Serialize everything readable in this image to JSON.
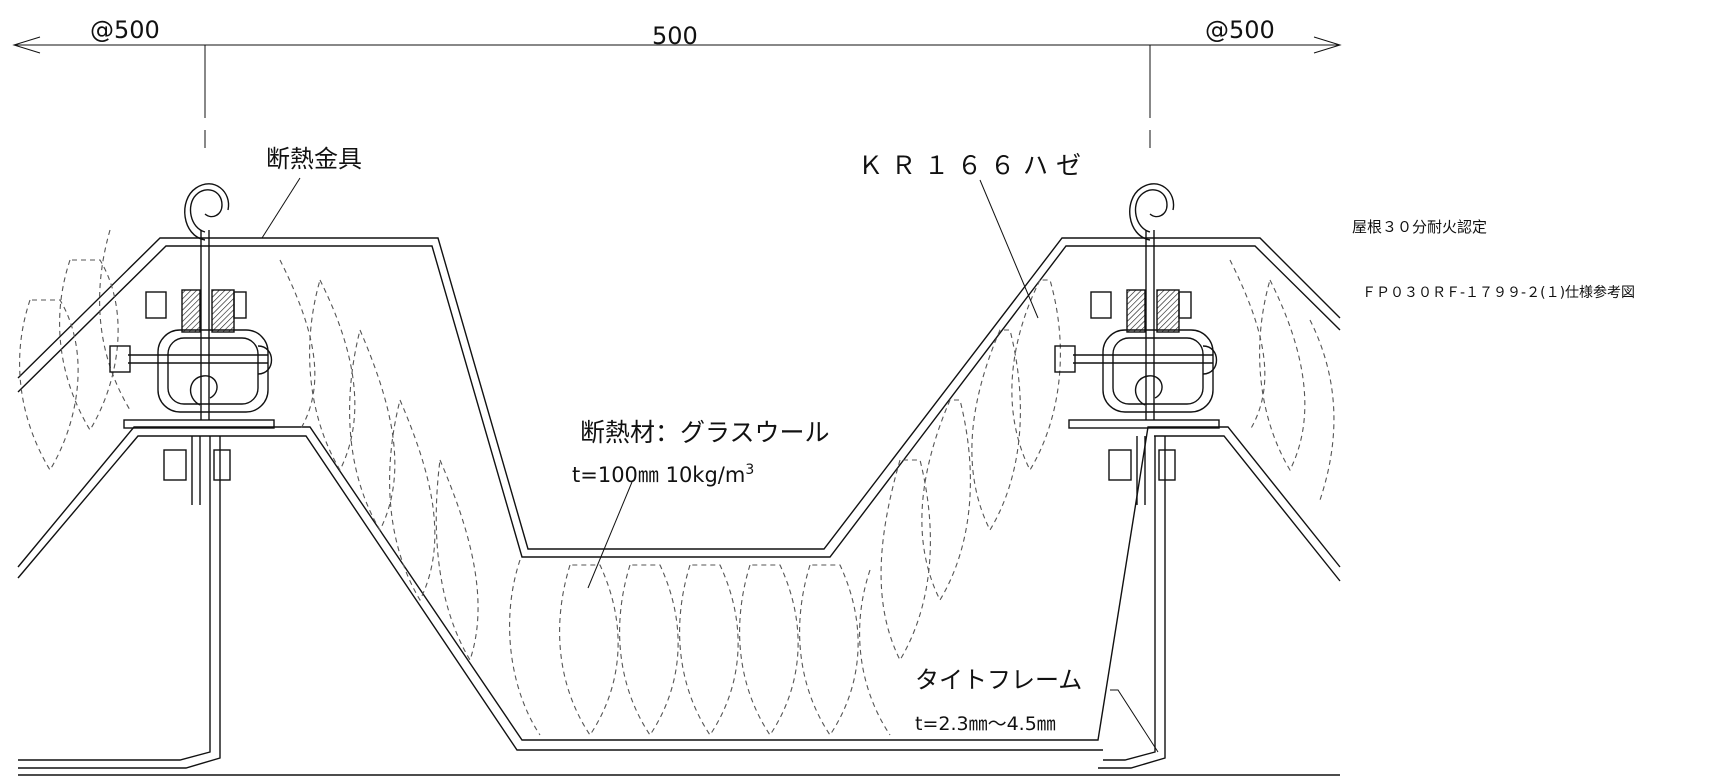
{
  "dimensions": {
    "left_pitch": "@500",
    "center_span": "500",
    "right_pitch": "@500"
  },
  "labels": {
    "insulation_fitting": "断熱金具",
    "kr166_seam": "ＫＲ１６６ハゼ",
    "insulation_material": "断熱材：グラスウール",
    "insulation_spec_main": "t=100㎜ 10kg/m",
    "insulation_spec_sup": "3",
    "tight_frame": "タイトフレーム",
    "tight_frame_spec": "t=2.3㎜～4.5㎜"
  },
  "spec_note": {
    "line1": "屋根３０分耐火認定",
    "line2": "ＦＰ０３０ＲＦ-１７９９-２(１)仕様参考図"
  },
  "colors": {
    "line": "#111111",
    "insulation_dash": "#555555",
    "background": "#ffffff"
  }
}
